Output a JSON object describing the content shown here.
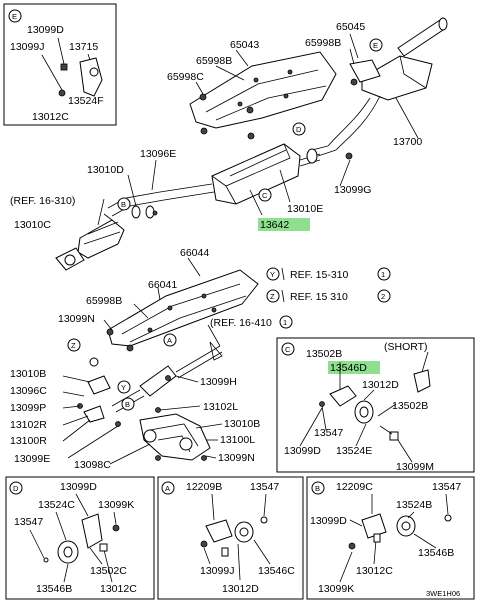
{
  "corner_code": "3WE1H06",
  "highlight_color": "#8ee08e",
  "top_left_box": {
    "letter": "E",
    "labels": [
      "13099D",
      "13099J",
      "13715",
      "13524F",
      "13012C"
    ]
  },
  "main": {
    "labels": {
      "l65045": "65045",
      "l65043": "65043",
      "l65998b_top": "65998B",
      "l65998b_mid": "65998B",
      "l65998c": "65998C",
      "l13700": "13700",
      "l13096e": "13096E",
      "l13010d": "13010D",
      "l13099g": "13099G",
      "l13010e": "13010E",
      "l13642": "13642",
      "ref_top": "(REF. 16-310)",
      "l13010c": "13010C",
      "l66044": "66044",
      "l66041": "66041",
      "l65998b_low": "65998B",
      "l13099n_top": "13099N",
      "ref_mid": "(REF. 16-410",
      "ref_y": "REF. 15-310",
      "ref_z": "REF. 15 310",
      "l13010b": "13010B",
      "l13096c": "13096C",
      "l13099p": "13099P",
      "l13102r": "13102R",
      "l13100r": "13100R",
      "l13099e": "13099E",
      "l13098c": "13098C",
      "l13099h": "13099H",
      "l13102l": "13102L",
      "l13010b_r": "13010B",
      "l13100l": "13100L",
      "l13099n_bot": "13099N"
    },
    "circle_letters": {
      "E": "E",
      "D": "D",
      "B": "B",
      "C": "C",
      "A": "A",
      "Y": "Y",
      "Z": "Z",
      "n1": "1",
      "n2": "2"
    }
  },
  "box_c": {
    "letter": "C",
    "title": "(SHORT)",
    "labels": [
      "13502B",
      "13546D",
      "13012D",
      "13502B",
      "13547",
      "13099D",
      "13524E",
      "13099M"
    ]
  },
  "box_d": {
    "letter": "D",
    "labels": [
      "13099D",
      "13524C",
      "13099K",
      "13547",
      "13502C",
      "13546B",
      "13012C"
    ]
  },
  "box_a": {
    "letter": "A",
    "labels": [
      "12209B",
      "13547",
      "13099J",
      "13012D",
      "13546C"
    ]
  },
  "box_b": {
    "letter": "B",
    "labels": [
      "12209C",
      "13547",
      "13524B",
      "13099D",
      "13546B",
      "13012C",
      "13099K"
    ]
  }
}
